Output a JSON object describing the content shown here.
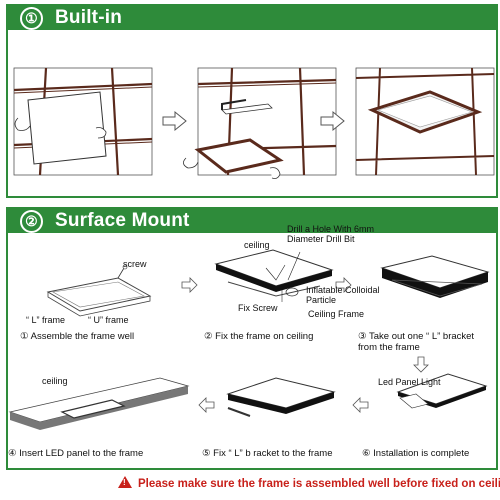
{
  "section1": {
    "number": "①",
    "title": "Built-in"
  },
  "section2": {
    "number": "②",
    "title": "Surface Mount",
    "steps": [
      {
        "caption": "① Assemble the frame well"
      },
      {
        "caption": "② Fix the frame on ceiling"
      },
      {
        "caption": "③ Take out one “ L” bracket from the frame"
      },
      {
        "caption": "④ Insert LED panel to the frame"
      },
      {
        "caption": "⑤ Fix “ L” b  racket to the frame"
      },
      {
        "caption": "⑥ Installation is complete"
      }
    ],
    "labels": {
      "screw": "screw",
      "l_frame": "“  L” frame",
      "u_frame": "“ U”  frame",
      "ceiling_top": "ceiling",
      "drill": "Drill a Hole With 6mm Diameter Drill Bit",
      "inflatable": "Inflatable Colloidal Particle",
      "fix_screw": "Fix Screw",
      "ceiling_frame": "Ceiling Frame",
      "led_panel_light": "Led Panel Light",
      "ceiling_bottom": "ceiling"
    }
  },
  "warning": "Please make sure the frame is assembled well before fixed on ceiling",
  "colors": {
    "accent": "#2e8b3a",
    "frame_brown": "#5a2a1c",
    "warning_red": "#c8211b"
  }
}
